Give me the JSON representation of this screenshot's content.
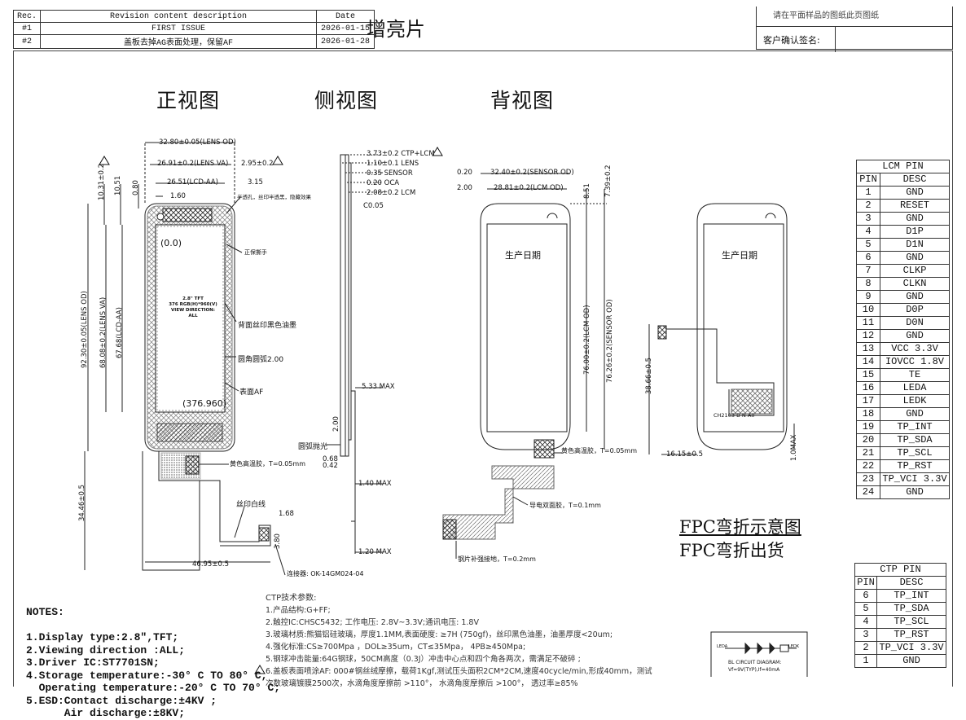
{
  "revision": {
    "headers": [
      "Rec.",
      "Revision content description",
      "Date"
    ],
    "rows": [
      {
        "no": "#1",
        "desc": "FIRST ISSUE",
        "date": "2026-01-15"
      },
      {
        "no": "#2",
        "desc": "盖板去掉AG表面处理，保留AF",
        "date": "2026-01-28"
      }
    ]
  },
  "header": {
    "product": "增亮片",
    "approval_note": "请在平面样品的图纸此页图纸",
    "customer_sign_label": "客户确认签名:"
  },
  "views": {
    "front": "正视图",
    "side": "侧视图",
    "back": "背视图"
  },
  "front_labels": {
    "lens_od_w": "32.80±0.05(LENS OD)",
    "lens_va_w": "26.91±0.2(LENS VA)",
    "offset_295": "2.95±0.2",
    "lcd_aa_w": "26.51(LCD-AA)",
    "d315": "3.15",
    "d160": "1.60",
    "d1031": "10.31±0.2",
    "d1051": "10.51",
    "d080": "0.80",
    "lens_od_h": "92.30±0.05(LENS OD)",
    "lens_va_h": "68.08±0.2(LENS VA)",
    "lcd_aa_h": "67.68(LCD-AA)",
    "d3446": "34.46±0.5",
    "d4695": "46.95±0.5",
    "d168": "1.68",
    "d380": "3.80",
    "origin": "(0.0)",
    "corner": "(376.960)",
    "panel_text_1": "2.8\" TFT",
    "panel_text_2": "376 RGB(H)*960(V)",
    "panel_text_3": "VIEW DIRECTION:",
    "panel_text_4": "ALL",
    "ink_note": "半透孔，丝印半透黑，隐藏效果",
    "tab_note": "正保撕手",
    "back_print": "背面丝印黑色油墨",
    "rounded": "圆角圆弧2.00",
    "surface_af": "表面AF",
    "tape_yellow": "黄色高温胶，T=0.05mm",
    "silk_white": "丝印白线",
    "connector": "连接器: OK-14GM024-04"
  },
  "side_labels": {
    "d373": "3.73±0.2 CTP+LCM",
    "d110": "1.10±0.1 LENS",
    "d035": "0.35 SENSOR",
    "d020": "0.20 OCA",
    "d208": "2.08±0.2 LCM",
    "c005": "C0.05",
    "d533": "5.33 MAX",
    "d200": "2.00",
    "d068": "0.68",
    "d042": "0.42",
    "d140": "1.40 MAX",
    "d120": "1.20 MAX",
    "polish": "圆弧抛光"
  },
  "back_labels": {
    "d020": "0.20",
    "d200": "2.00",
    "sensor_od": "32.40±0.2(SENSOR OD)",
    "lcm_od": "28.81±0.2(LCM OD)",
    "d851": "8.51",
    "d739": "7.39±0.2",
    "date_label": "生产日期",
    "lcm_od_h": "76.00±0.2(LCM OD)",
    "sensor_od_h": "76.26±0.2(SENSOR OD)",
    "tape_yellow": "黄色高温胶，T=0.05mm",
    "conductive": "导电双面胶，T=0.1mm",
    "steel": "钢片补强接地，T=0.2mm"
  },
  "fpc_labels": {
    "date_label": "生产日期",
    "d3866": "38.66±0.5",
    "d1615": "16.15±0.5",
    "d10max": "1.0MAX",
    "part": "CH2103-B-N-A0"
  },
  "fpc_titles": [
    "FPC弯折示意图",
    "FPC弯折出货"
  ],
  "lcm_pin": {
    "title": "LCM PIN",
    "head": [
      "PIN",
      "DESC"
    ],
    "rows": [
      [
        "1",
        "GND"
      ],
      [
        "2",
        "RESET"
      ],
      [
        "3",
        "GND"
      ],
      [
        "4",
        "D1P"
      ],
      [
        "5",
        "D1N"
      ],
      [
        "6",
        "GND"
      ],
      [
        "7",
        "CLKP"
      ],
      [
        "8",
        "CLKN"
      ],
      [
        "9",
        "GND"
      ],
      [
        "10",
        "D0P"
      ],
      [
        "11",
        "D0N"
      ],
      [
        "12",
        "GND"
      ],
      [
        "13",
        "VCC 3.3V"
      ],
      [
        "14",
        "IOVCC 1.8V"
      ],
      [
        "15",
        "TE"
      ],
      [
        "16",
        "LEDA"
      ],
      [
        "17",
        "LEDK"
      ],
      [
        "18",
        "GND"
      ],
      [
        "19",
        "TP_INT"
      ],
      [
        "20",
        "TP_SDA"
      ],
      [
        "21",
        "TP_SCL"
      ],
      [
        "22",
        "TP_RST"
      ],
      [
        "23",
        "TP_VCI 3.3V"
      ],
      [
        "24",
        "GND"
      ]
    ]
  },
  "ctp_pin": {
    "title": "CTP PIN",
    "head": [
      "PIN",
      "DESC"
    ],
    "rows": [
      [
        "6",
        "TP_INT"
      ],
      [
        "5",
        "TP_SDA"
      ],
      [
        "4",
        "TP_SCL"
      ],
      [
        "3",
        "TP_RST"
      ],
      [
        "2",
        "TP_VCI 3.3V"
      ],
      [
        "1",
        "GND"
      ]
    ]
  },
  "notes": {
    "title": "NOTES:",
    "lines": [
      "1.Display type:2.8\",TFT;",
      "2.Viewing direction :ALL;",
      "3.Driver IC:ST7701SN;",
      "4.Storage temperature:-30° C TO 80° C,",
      "  Operating temperature:-20° C TO 70° C;",
      "5.ESD:Contact discharge:±4KV ;",
      "      Air discharge:±8KV;"
    ]
  },
  "ctp_spec": {
    "title": "CTP技术参数:",
    "lines": [
      "1.产品结构:G+FF;",
      "2.触控IC:CHSC5432; 工作电压: 2.8V~3.3V;通讯电压: 1.8V",
      "3.玻璃材质:熊猫铝硅玻璃，厚度1.1MM,表面硬度: ≥7H (750gf)，丝印黑色油墨，油墨厚度<20um;",
      "4.强化标准:CS≥700Mpa ，DOL≥35um，CT≤35Mpa， 4PB≥450Mpa;",
      "5.钢球冲击能量:64G钢球，50CM高度（0.3J）冲击中心点和四个角各两次，需满足不破碎 ;",
      "6.盖板表面喷涂AF: 000#钢丝绒摩擦，载荷1Kgf,测试压头面积2CM*2CM,速度40cycle/min,形成40mm，测试",
      "次数玻璃镀膜2500次，水滴角度摩擦前 >110°， 水滴角度摩擦后 >100°， 透过率≥85%"
    ]
  },
  "bl_circuit": {
    "leda": "LEDA",
    "ledk": "LEDK",
    "title": "BL CIRCUIT DIAGRAM:",
    "spec": "Vf=9V(TYP),If=40mA"
  }
}
